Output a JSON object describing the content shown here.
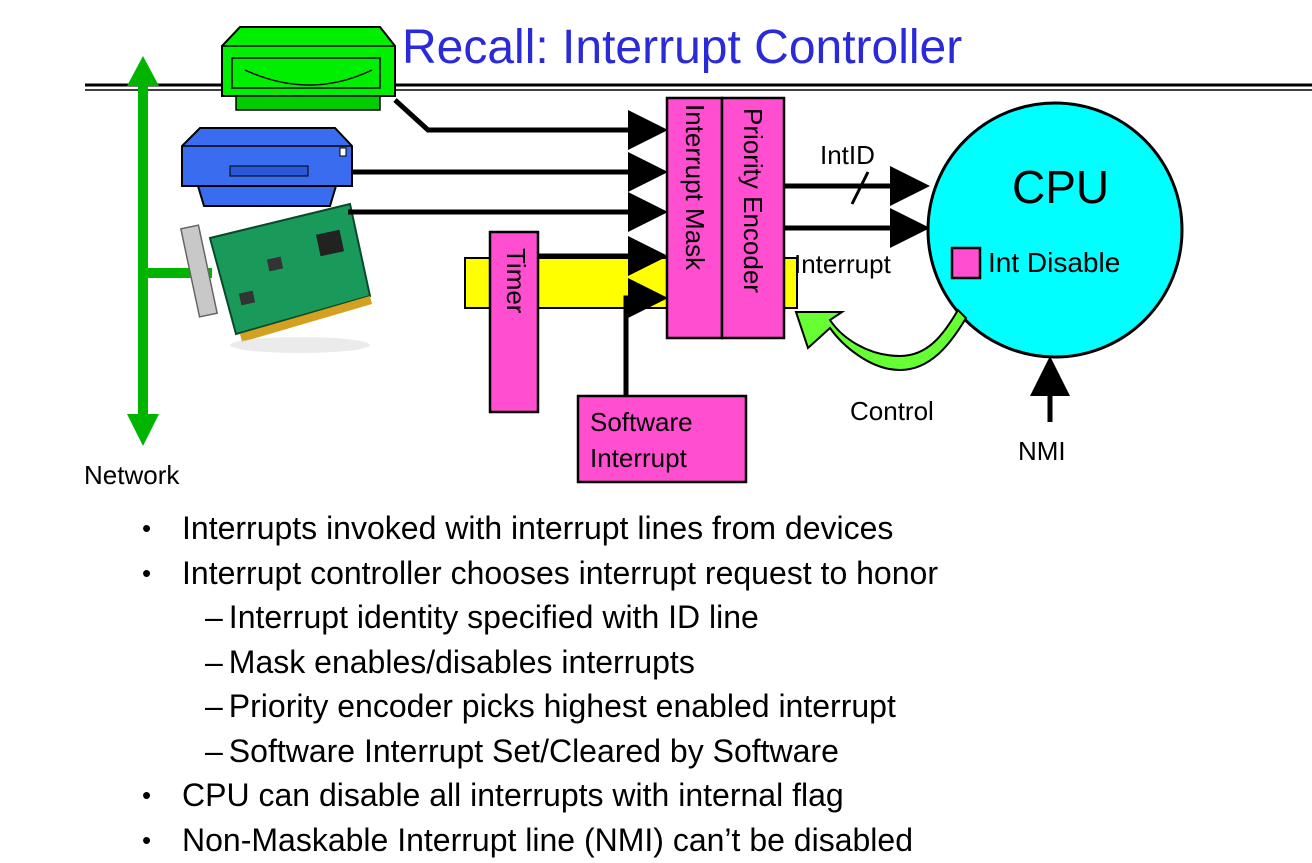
{
  "title": "Recall: Interrupt Controller",
  "diagram": {
    "interrupt_mask_label": "Interrupt Mask",
    "priority_encoder_label": "Priority Encoder",
    "timer_label": "Timer",
    "software_interrupt_label_line1": "Software",
    "software_interrupt_label_line2": "Interrupt",
    "cpu_label": "CPU",
    "int_disable_label": "Int Disable",
    "intid_label": "IntID",
    "interrupt_label": "Interrupt",
    "control_label": "Control",
    "nmi_label": "NMI",
    "network_label": "Network",
    "colors": {
      "title_blue": "#2a2ad8",
      "magenta": "#ff4fd0",
      "cyan": "#00ffff",
      "yellow": "#ffff00",
      "green": "#00b400",
      "lime": "#66ff33"
    }
  },
  "bullets": [
    {
      "level": 1,
      "text": "Interrupts invoked with interrupt lines from devices"
    },
    {
      "level": 1,
      "text": "Interrupt controller chooses interrupt request to honor"
    },
    {
      "level": 2,
      "text": "Interrupt identity specified with ID line"
    },
    {
      "level": 2,
      "text": "Mask enables/disables interrupts"
    },
    {
      "level": 2,
      "text": "Priority encoder picks highest enabled interrupt"
    },
    {
      "level": 2,
      "text": "Software Interrupt Set/Cleared by Software"
    },
    {
      "level": 1,
      "text": "CPU can disable all interrupts with internal flag"
    },
    {
      "level": 1,
      "text": "Non-Maskable Interrupt line (NMI) can’t be disabled"
    }
  ]
}
